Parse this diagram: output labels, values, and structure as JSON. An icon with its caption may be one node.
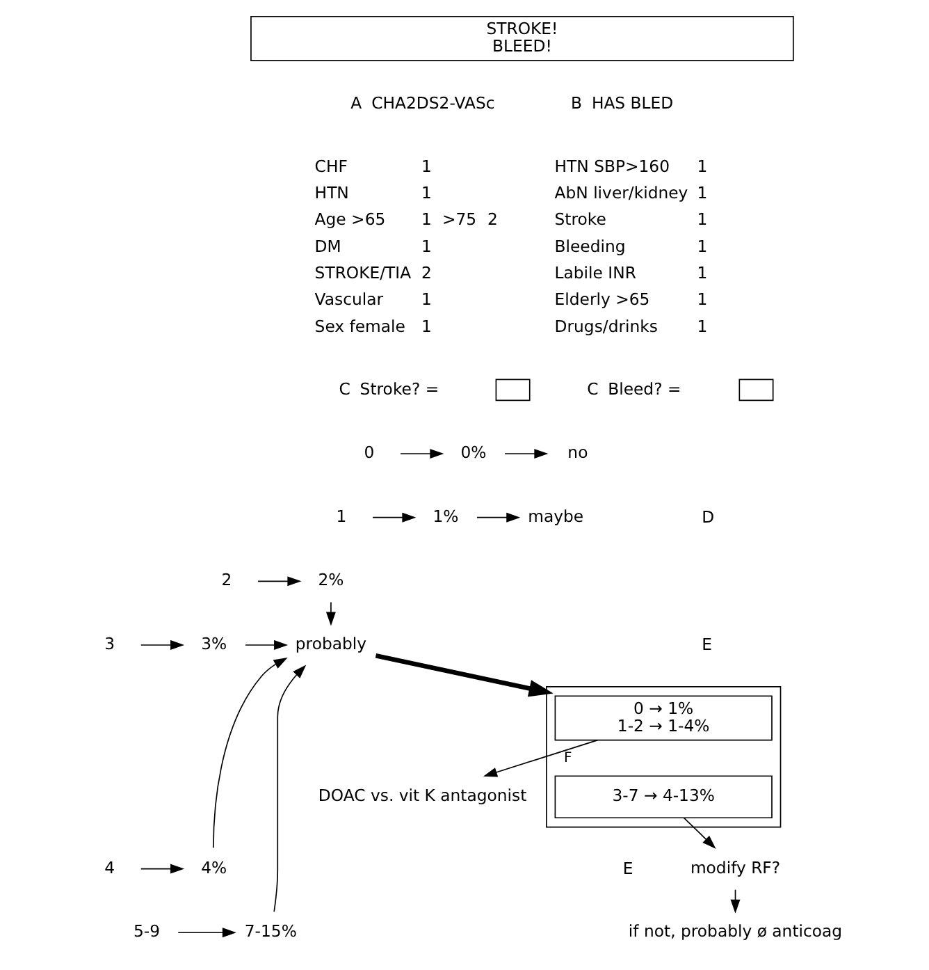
{
  "diagram": {
    "nodes": [
      {
        "text": [
          "STROKE!",
          "BLEED!"
        ]
      },
      {
        "text": [
          "0"
        ]
      },
      {
        "text": [
          "1"
        ]
      },
      {
        "text": [
          "2"
        ]
      },
      {
        "text": [
          "3"
        ]
      },
      {
        "text": [
          "4"
        ]
      },
      {
        "text": [
          "5-9"
        ]
      },
      {
        "text": [
          "0%"
        ]
      },
      {
        "text": [
          "1%"
        ]
      },
      {
        "text": [
          "2%"
        ]
      },
      {
        "text": [
          "3%"
        ]
      },
      {
        "text": [
          "4%"
        ]
      },
      {
        "text": [
          "7-15%"
        ]
      },
      {
        "text": [
          "no"
        ]
      },
      {
        "text": [
          "maybe"
        ]
      },
      {
        "text": [
          "probably"
        ]
      },
      {
        "text": [],
        "shape": "box"
      },
      {
        "text": [],
        "shape": "box"
      },
      {
        "text": [],
        "shape": "box"
      },
      {
        "text": [
          "0 → 1%",
          "1-2 → 1-4%"
        ],
        "in": 18
      },
      {
        "text": [
          "3-7 → 4-13%"
        ],
        "in": 18
      },
      {
        "text": [
          "modify RF?"
        ]
      },
      {
        "text": [
          "if not, probably ø anticoag"
        ]
      },
      {
        "text": [
          "DOAC vs. vit K antagonist"
        ]
      }
    ],
    "edges": [
      {
        "from": 1,
        "to": 7,
        "arrow": "to"
      },
      {
        "from": 2,
        "to": 8,
        "arrow": "to"
      },
      {
        "from": 3,
        "to": 9,
        "arrow": "to"
      },
      {
        "from": 4,
        "to": 10,
        "arrow": "to"
      },
      {
        "from": 5,
        "to": 11,
        "arrow": "to"
      },
      {
        "from": 6,
        "to": 12,
        "arrow": "to"
      },
      {
        "from": 7,
        "to": 13,
        "arrow": "to"
      },
      {
        "from": 8,
        "to": 14,
        "arrow": "to"
      },
      {
        "from": 9,
        "to": 15,
        "arrow": "to"
      },
      {
        "from": 10,
        "to": 15,
        "arrow": "to"
      },
      {
        "from": 11,
        "to": 15,
        "arrow": "to"
      },
      {
        "from": 12,
        "to": 15,
        "arrow": "to"
      },
      {
        "from": 15,
        "to": 18,
        "arrow": "to",
        "style": "thick"
      },
      {
        "from": 20,
        "to": 21,
        "arrow": "to"
      },
      {
        "from": 21,
        "to": 22,
        "arrow": "to"
      },
      {
        "from": 19,
        "to": 23,
        "arrow": "to",
        "label": "F"
      }
    ],
    "labels": [
      "A",
      "CHA2DS2-VASc",
      "B",
      "HAS BLED",
      "CHF",
      "1",
      "HTN",
      "1",
      "Age >65",
      "1",
      ">75",
      "2",
      "DM",
      "1",
      "STROKE/TIA",
      "2",
      "Vascular",
      "1",
      "Sex female",
      "1",
      "HTN SBP>160",
      "1",
      "AbN liver/kidney",
      "1",
      "Stroke",
      "1",
      "Bleeding",
      "1",
      "Labile INR",
      "1",
      "Elderly >65",
      "1",
      "Drugs/drinks",
      "1",
      "C",
      "Stroke? =",
      "C",
      "Bleed? =",
      "D",
      "E",
      "E"
    ]
  }
}
